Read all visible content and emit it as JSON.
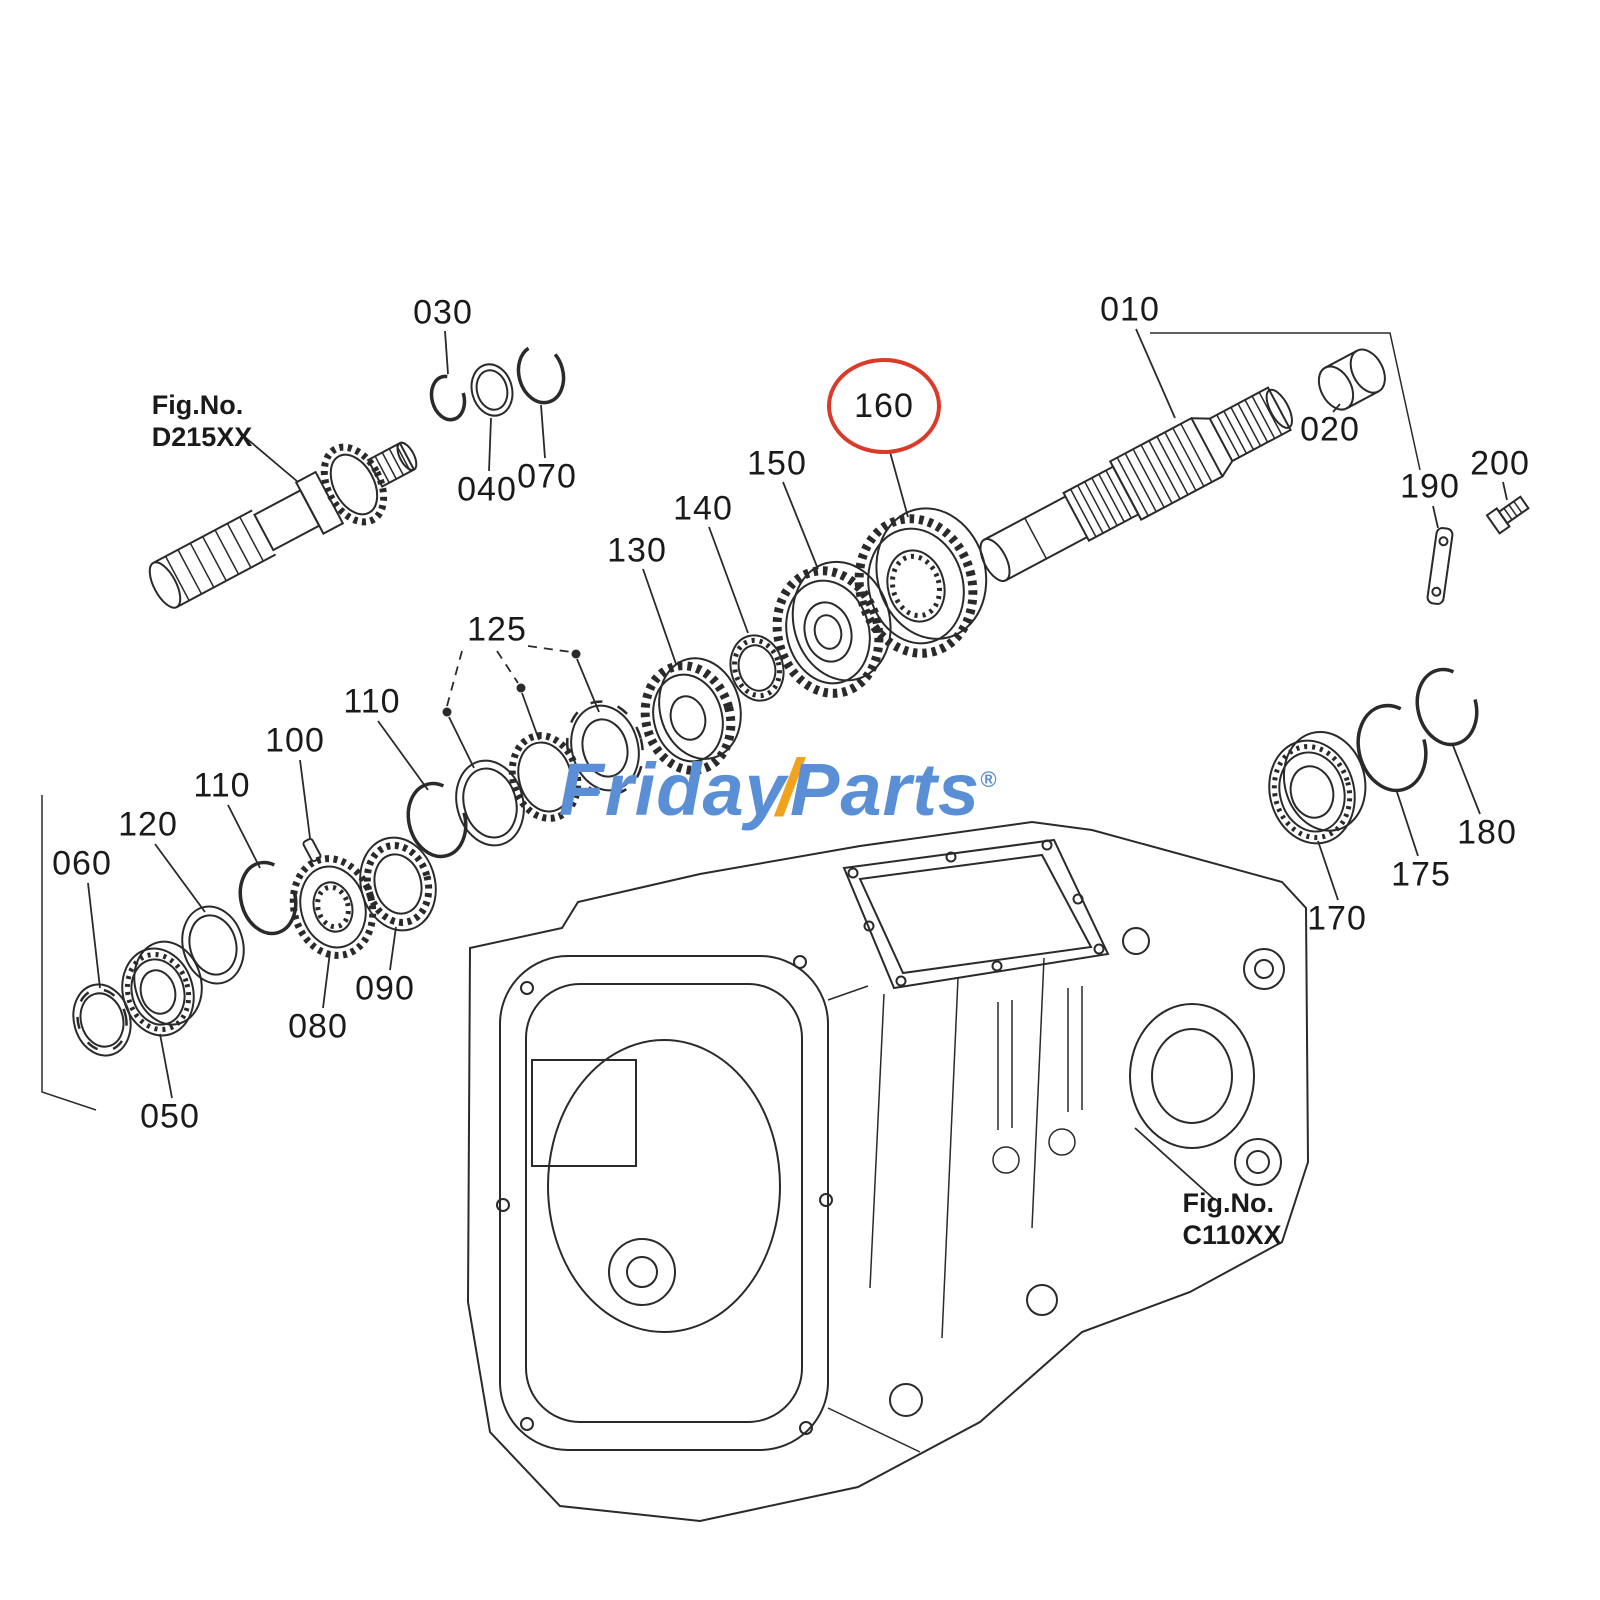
{
  "watermark": {
    "friday": "Friday",
    "slash": "/",
    "parts": "Parts",
    "registered": "®",
    "blue": "#5a8fd6",
    "orange": "#f2a31d"
  },
  "figures": [
    {
      "line1": "Fig.No.",
      "line2": "D215XX"
    },
    {
      "line1": "Fig.No.",
      "line2": "C110XX"
    }
  ],
  "highlight": {
    "part": "160",
    "color": "#d93a2a"
  },
  "parts": [
    {
      "label": "030"
    },
    {
      "label": "040"
    },
    {
      "label": "070"
    },
    {
      "label": "130"
    },
    {
      "label": "140"
    },
    {
      "label": "150"
    },
    {
      "label": "160"
    },
    {
      "label": "010"
    },
    {
      "label": "020"
    },
    {
      "label": "200"
    },
    {
      "label": "190"
    },
    {
      "label": "125"
    },
    {
      "label": "110"
    },
    {
      "label": "100"
    },
    {
      "label": "110"
    },
    {
      "label": "120"
    },
    {
      "label": "060"
    },
    {
      "label": "050"
    },
    {
      "label": "080"
    },
    {
      "label": "090"
    },
    {
      "label": "170"
    },
    {
      "label": "175"
    },
    {
      "label": "180"
    }
  ]
}
